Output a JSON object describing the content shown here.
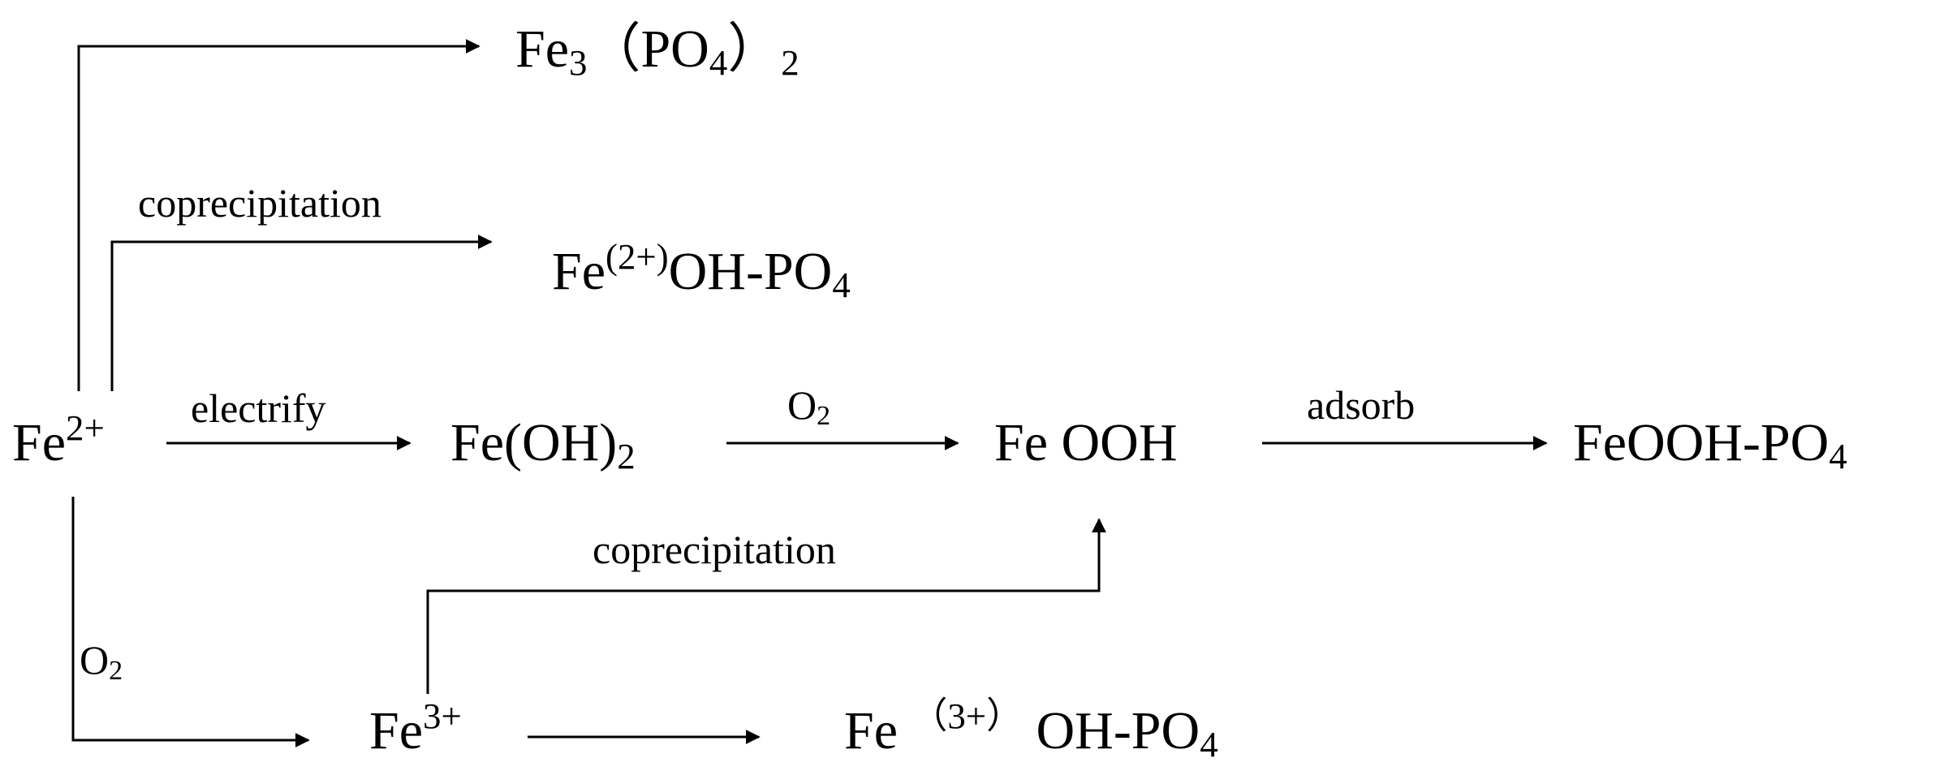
{
  "species": {
    "fe2": {
      "base": "Fe",
      "sup": "2+"
    },
    "fe3po42": {
      "base": "Fe",
      "sub1": "3",
      "paren_open": "（",
      "mid": "PO",
      "sub2": "4",
      "paren_close": "）",
      "sub3": "2"
    },
    "fe2oh_po4": {
      "base": "Fe",
      "sup": "(2+)",
      "rest": "OH-PO",
      "sub": "4"
    },
    "feoh2": {
      "base": "Fe(OH)",
      "sub": "2"
    },
    "feooh": {
      "text": "Fe OOH"
    },
    "feooh_po4": {
      "base": "FeOOH-PO",
      "sub": "4"
    },
    "fe3": {
      "base": "Fe",
      "sup": "3+"
    },
    "fe3oh_po4": {
      "base": "Fe ",
      "sup": "（3+）",
      "rest": " OH-PO",
      "sub": "4"
    }
  },
  "labels": {
    "coprecipitation_top": "coprecipitation",
    "electrify": "electrify",
    "o2_mid": {
      "base": "O",
      "sub": "2"
    },
    "adsorb": "adsorb",
    "coprecipitation_bottom": "coprecipitation",
    "o2_left": {
      "base": "O",
      "sub": "2"
    }
  }
}
